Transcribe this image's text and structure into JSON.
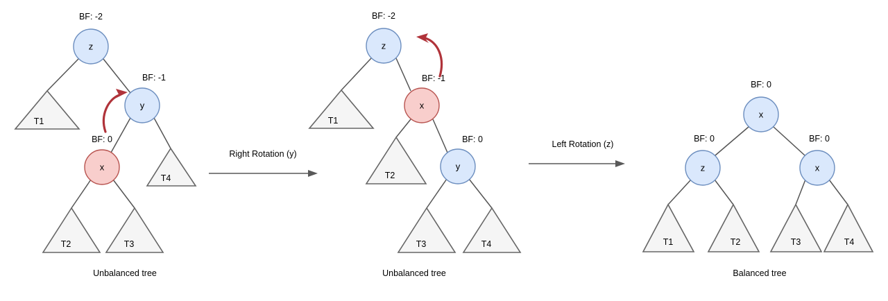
{
  "diagram": {
    "title_visible": false,
    "colors": {
      "node_blue_fill": "#dae8fc",
      "node_blue_stroke": "#6c8ebf",
      "node_red_fill": "#f8cecc",
      "node_red_stroke": "#b85450",
      "subtree_fill": "#f5f5f5",
      "subtree_stroke": "#666666",
      "edge": "#555555",
      "transition_arrow": "#595959",
      "rotation_arrow": "#b0333a",
      "background": "#ffffff"
    },
    "panels": [
      {
        "id": "panel-left",
        "caption": "Unbalanced tree",
        "nodes": [
          {
            "id": "z",
            "label": "z",
            "bf": "BF: -2",
            "color": "blue"
          },
          {
            "id": "y",
            "label": "y",
            "bf": "BF: -1",
            "color": "blue"
          },
          {
            "id": "x",
            "label": "x",
            "bf": "BF: 0",
            "color": "red"
          }
        ],
        "subtrees": [
          {
            "id": "T1",
            "label": "T1"
          },
          {
            "id": "T4",
            "label": "T4"
          },
          {
            "id": "T2",
            "label": "T2"
          },
          {
            "id": "T3",
            "label": "T3"
          }
        ],
        "rotation_arrow": "curved-arrow-to-y"
      },
      {
        "id": "panel-middle",
        "caption": "Unbalanced tree",
        "nodes": [
          {
            "id": "z",
            "label": "z",
            "bf": "BF: -2",
            "color": "blue"
          },
          {
            "id": "x",
            "label": "x",
            "bf": "BF: -1",
            "color": "red"
          },
          {
            "id": "y",
            "label": "y",
            "bf": "BF: 0",
            "color": "blue"
          }
        ],
        "subtrees": [
          {
            "id": "T1",
            "label": "T1"
          },
          {
            "id": "T2",
            "label": "T2"
          },
          {
            "id": "T3",
            "label": "T3"
          },
          {
            "id": "T4",
            "label": "T4"
          }
        ],
        "rotation_arrow": "curved-arrow-to-z"
      },
      {
        "id": "panel-right",
        "caption": "Balanced tree",
        "nodes": [
          {
            "id": "root-x",
            "label": "x",
            "bf": "BF: 0",
            "color": "blue"
          },
          {
            "id": "left-z",
            "label": "z",
            "bf": "BF: 0",
            "color": "blue"
          },
          {
            "id": "right-x",
            "label": "x",
            "bf": "BF: 0",
            "color": "blue"
          }
        ],
        "subtrees": [
          {
            "id": "T1",
            "label": "T1"
          },
          {
            "id": "T2",
            "label": "T2"
          },
          {
            "id": "T3",
            "label": "T3"
          },
          {
            "id": "T4",
            "label": "T4"
          }
        ],
        "rotation_arrow": null
      }
    ],
    "transitions": [
      {
        "id": "transition-1",
        "label": "Right Rotation (y)"
      },
      {
        "id": "transition-2",
        "label": "Left Rotation (z)"
      }
    ]
  }
}
